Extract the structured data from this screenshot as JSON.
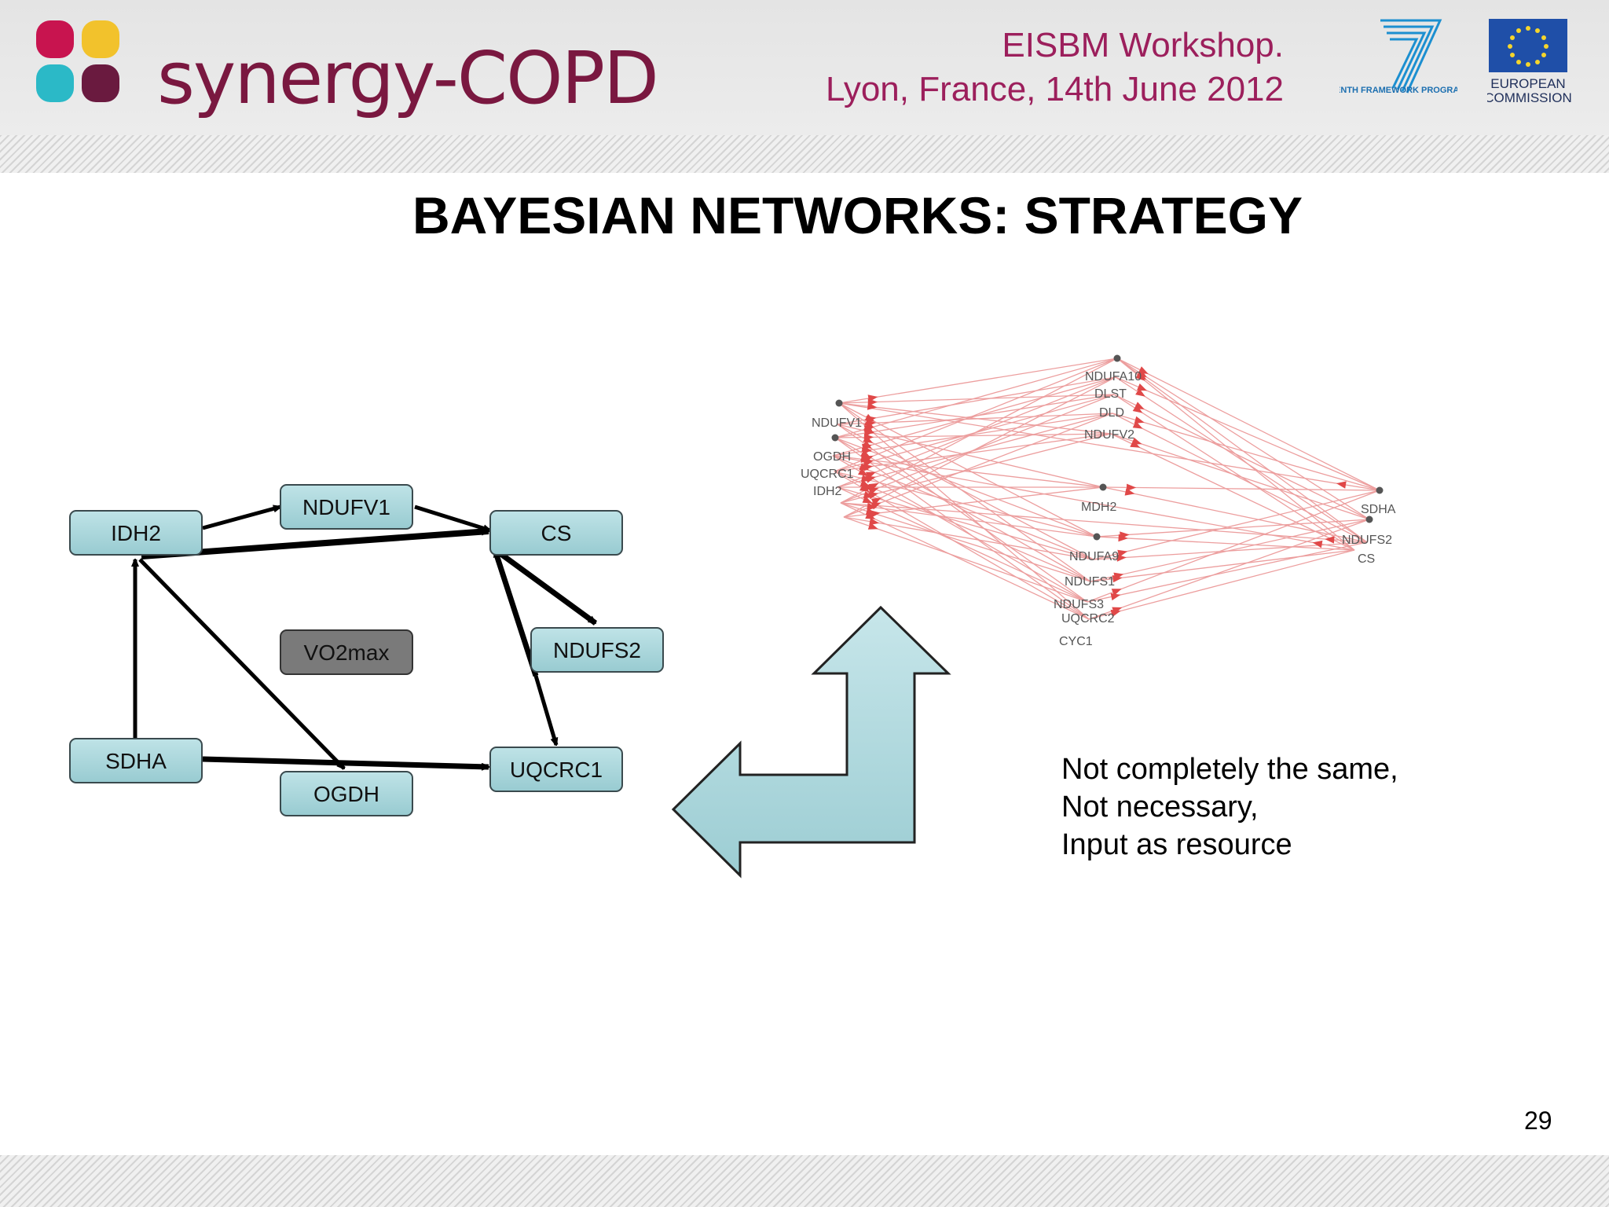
{
  "header": {
    "logo_text": "synergy-COPD",
    "event_line1": "EISBM Workshop.",
    "event_line2": "Lyon, France, 14th June 2012",
    "fp7_text": "SEVENTH FRAMEWORK PROGRAMME",
    "ec_line1": "EUROPEAN",
    "ec_line2": "COMMISSION"
  },
  "slide": {
    "title": "BAYESIAN NETWORKS: STRATEGY",
    "page_number": "29"
  },
  "left_network": {
    "nodes": [
      "NDUFV1",
      "IDH2",
      "CS",
      "VO2max",
      "NDUFS2",
      "SDHA",
      "OGDH",
      "UQCRC1"
    ]
  },
  "right_network": {
    "labels": [
      "NDUFA10",
      "DLST",
      "DLD",
      "NDUFV2",
      "NDUFV1",
      "OGDH",
      "UQCRC1",
      "IDH2",
      "MDH2",
      "SDHA",
      "NDUFS2",
      "CS",
      "NDUFA9",
      "NDUFS1",
      "NDUFS3",
      "UQCRC2",
      "CYC1"
    ]
  },
  "note": {
    "line1": "Not completely the same,",
    "line2": "Not necessary,",
    "line3": "Input as resource"
  },
  "colors": {
    "accent": "#9c1f5c",
    "node_fill": "#a9d6db",
    "node_grey": "#7a7a7a",
    "edge_red": "#e25b5b",
    "arrow_fill": "#b3d9de"
  }
}
